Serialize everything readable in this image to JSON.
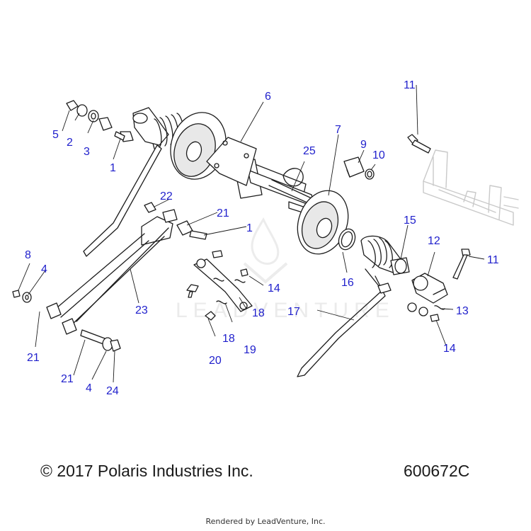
{
  "diagram": {
    "callouts": [
      {
        "id": "c-6",
        "label": "6"
      },
      {
        "id": "c-5",
        "label": "5"
      },
      {
        "id": "c-2",
        "label": "2"
      },
      {
        "id": "c-3",
        "label": "3"
      },
      {
        "id": "c-1a",
        "label": "1"
      },
      {
        "id": "c-7",
        "label": "7"
      },
      {
        "id": "c-25",
        "label": "25"
      },
      {
        "id": "c-9",
        "label": "9"
      },
      {
        "id": "c-10",
        "label": "10"
      },
      {
        "id": "c-11a",
        "label": "11"
      },
      {
        "id": "c-22",
        "label": "22"
      },
      {
        "id": "c-21a",
        "label": "21"
      },
      {
        "id": "c-1b",
        "label": "1"
      },
      {
        "id": "c-15",
        "label": "15"
      },
      {
        "id": "c-12",
        "label": "12"
      },
      {
        "id": "c-11b",
        "label": "11"
      },
      {
        "id": "c-8",
        "label": "8"
      },
      {
        "id": "c-4a",
        "label": "4"
      },
      {
        "id": "c-16",
        "label": "16"
      },
      {
        "id": "c-14a",
        "label": "14"
      },
      {
        "id": "c-23",
        "label": "23"
      },
      {
        "id": "c-18a",
        "label": "18"
      },
      {
        "id": "c-17",
        "label": "17"
      },
      {
        "id": "c-13",
        "label": "13"
      },
      {
        "id": "c-21b",
        "label": "21"
      },
      {
        "id": "c-18b",
        "label": "18"
      },
      {
        "id": "c-19",
        "label": "19"
      },
      {
        "id": "c-14b",
        "label": "14"
      },
      {
        "id": "c-20",
        "label": "20"
      },
      {
        "id": "c-21c",
        "label": "21"
      },
      {
        "id": "c-4b",
        "label": "4"
      },
      {
        "id": "c-24",
        "label": "24"
      }
    ],
    "callout_color": "#1f1fcc",
    "watermark": "LEADVENTURE"
  },
  "footer": {
    "copyright": "© 2017 Polaris Industries Inc.",
    "drawing_number": "600672C",
    "render_credit": "Rendered by LeadVenture, Inc."
  }
}
